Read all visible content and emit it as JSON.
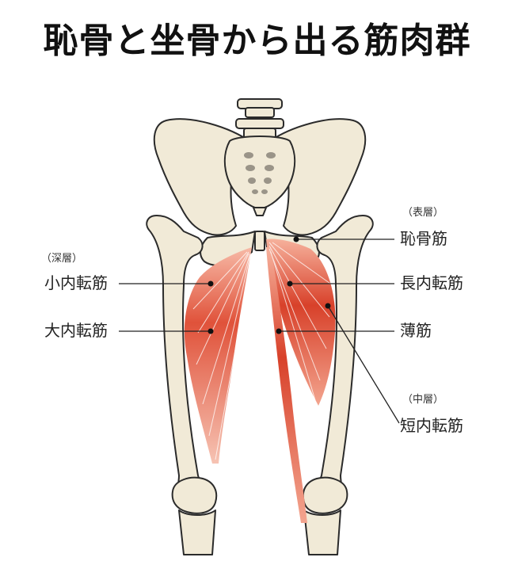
{
  "title": "恥骨と坐骨から出る筋肉群",
  "groups": {
    "superficial": "（表層）",
    "deep": "（深層）",
    "middle": "（中層）"
  },
  "labels": {
    "pectineus": "恥骨筋",
    "adductor_longus": "長内転筋",
    "gracilis": "薄筋",
    "adductor_brevis": "短内転筋",
    "adductor_minimus": "小内転筋",
    "adductor_magnus": "大内転筋"
  },
  "colors": {
    "bone_fill": "#f1ead7",
    "bone_stroke": "#2b2b2b",
    "muscle_dark": "#d9442b",
    "muscle_light": "#f4a08a",
    "line": "#222222"
  }
}
